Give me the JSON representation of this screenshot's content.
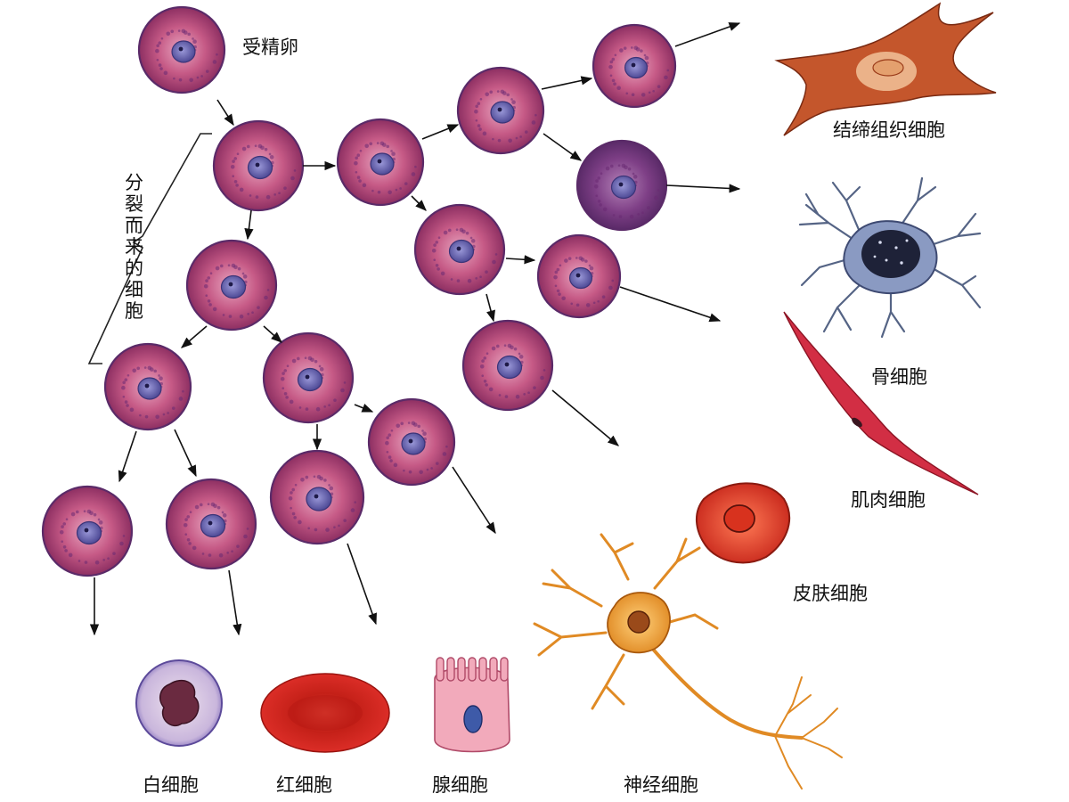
{
  "labels": {
    "fertilized_egg": "受精卵",
    "divided_cells": [
      "分",
      "裂",
      "而",
      "来",
      "的",
      "细",
      "胞"
    ],
    "connective_tissue_cell": "结缔组织细胞",
    "bone_cell": "骨细胞",
    "muscle_cell": "肌肉细胞",
    "skin_cell": "皮肤细胞",
    "white_blood_cell": "白细胞",
    "red_blood_cell": "红细胞",
    "gland_cell": "腺细胞",
    "nerve_cell": "神经细胞"
  },
  "colors": {
    "stem_cell_fill": "#c85a86",
    "stem_cell_dark": "#8c2f60",
    "nucleus": "#6a66b0",
    "connective": "#c0562b",
    "bone": "#7d8fb3",
    "muscle": "#d03040",
    "skin": "#e0402a",
    "red_blood": "#d8201c",
    "white_blood": "#c8b8dc",
    "gland": "#f0a8b8",
    "nerve": "#e89a3a"
  }
}
